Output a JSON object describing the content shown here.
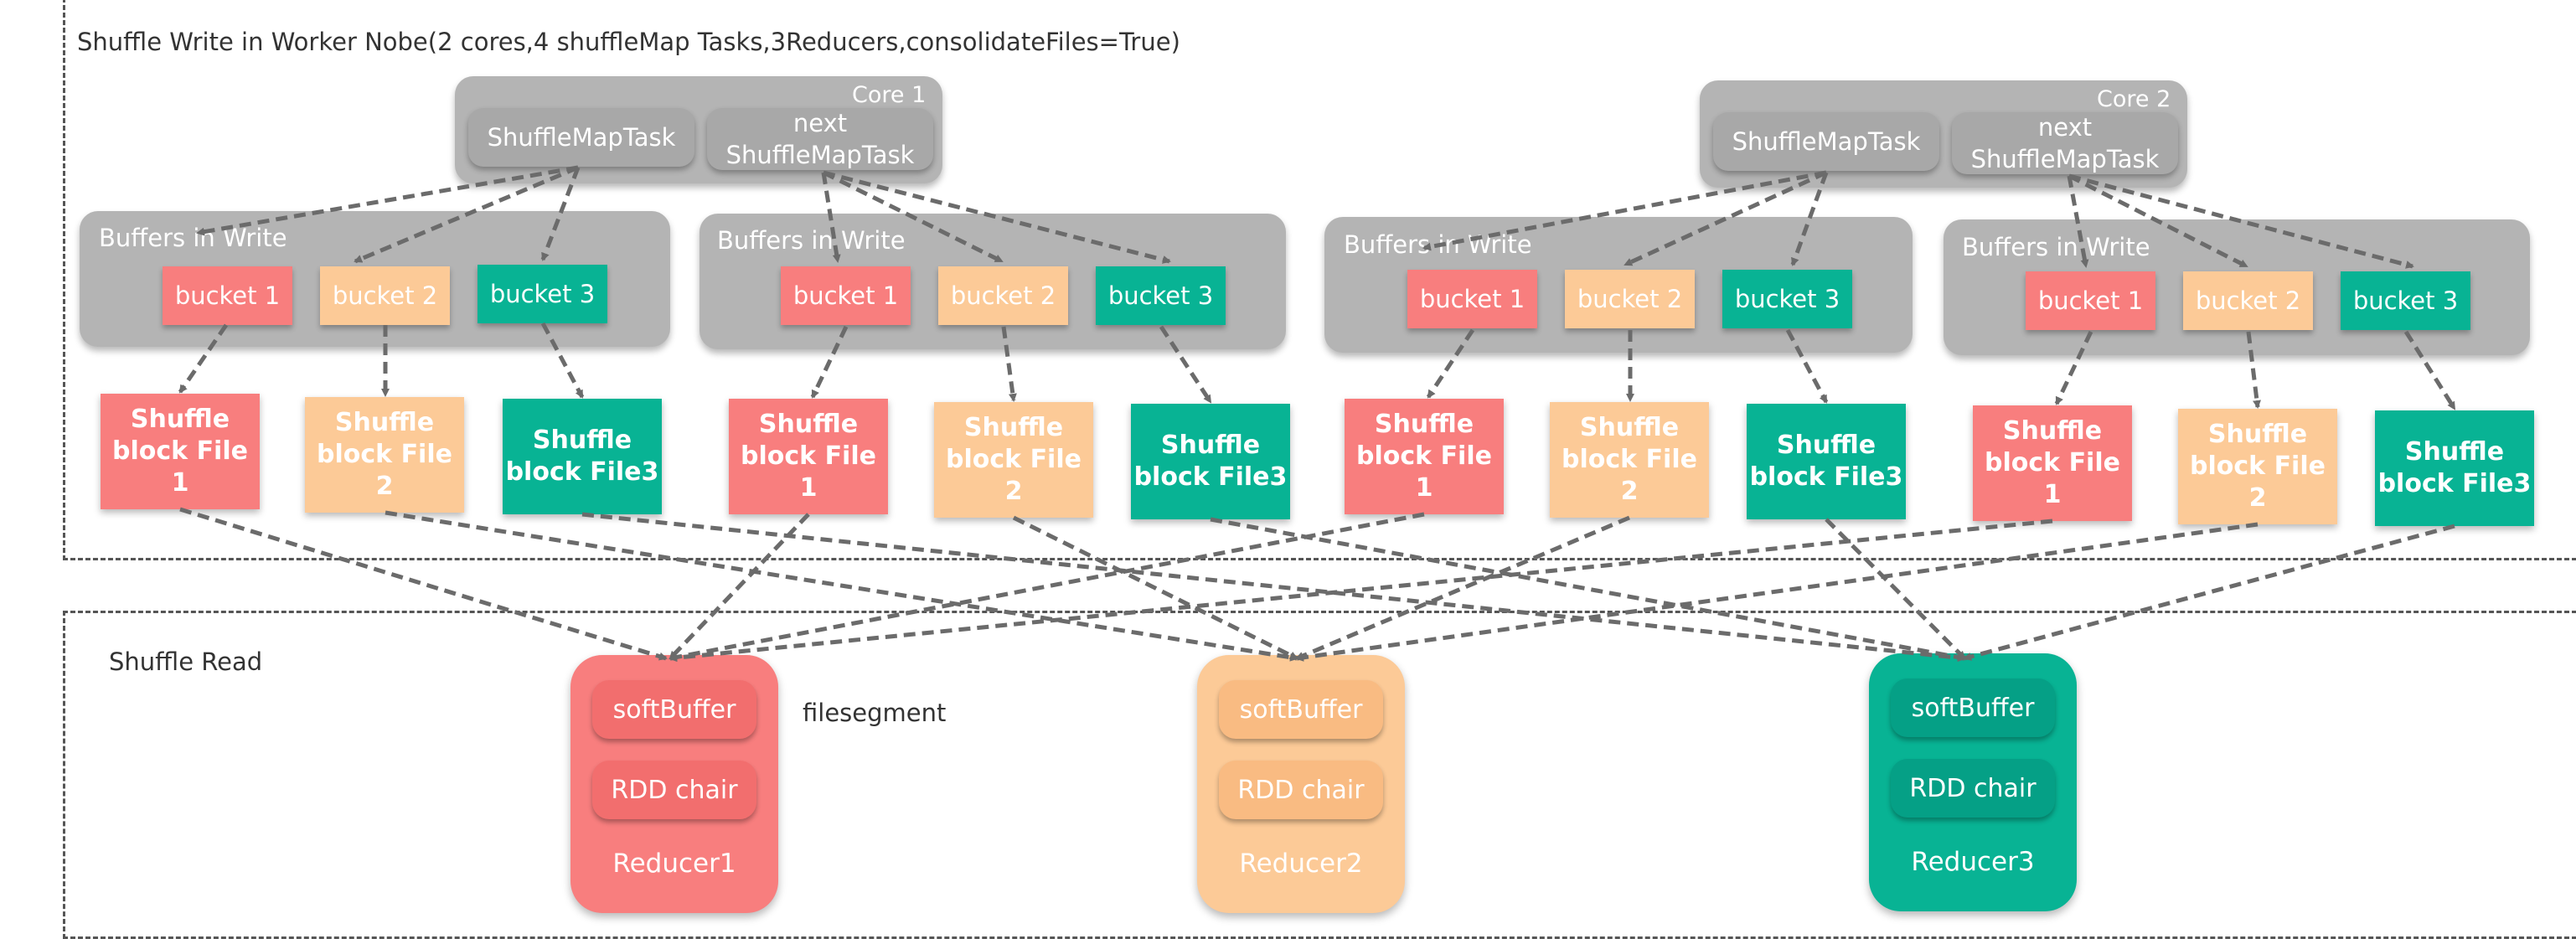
{
  "write_section": {
    "title": "Shuffle Write in Worker Nobe(2 cores,4 shuffleMap Tasks,3Reducers,consolidateFiles=True)"
  },
  "read_section": {
    "title": "Shuffle Read",
    "annotation": "filesegment"
  },
  "cores": [
    {
      "label": "Core 1",
      "task": "ShuffleMapTask",
      "next_task": "next\nShuffleMapTask"
    },
    {
      "label": "Core 2",
      "task": "ShuffleMapTask",
      "next_task": "next\nShuffleMapTask"
    }
  ],
  "buffer_groups": [
    {
      "label": "Buffers in Write",
      "buckets": [
        "bucket 1",
        "bucket 2",
        "bucket 3"
      ],
      "files": [
        "Shuffle\nblock File 1",
        "Shuffle\nblock File 2",
        "Shuffle\nblock File3"
      ]
    },
    {
      "label": "Buffers in Write",
      "buckets": [
        "bucket 1",
        "bucket 2",
        "bucket 3"
      ],
      "files": [
        "Shuffle\nblock File 1",
        "Shuffle\nblock File 2",
        "Shuffle\nblock File3"
      ]
    },
    {
      "label": "Buffers in Write",
      "buckets": [
        "bucket 1",
        "bucket 2",
        "bucket 3"
      ],
      "files": [
        "Shuffle\nblock File 1",
        "Shuffle\nblock File 2",
        "Shuffle\nblock File3"
      ]
    },
    {
      "label": "Buffers in Write",
      "buckets": [
        "bucket 1",
        "bucket 2",
        "bucket 3"
      ],
      "files": [
        "Shuffle\nblock File 1",
        "Shuffle\nblock File 2",
        "Shuffle\nblock File3"
      ]
    }
  ],
  "reducers": [
    {
      "buffer": "softBuffer",
      "chain": "RDD chair",
      "name": "Reducer1"
    },
    {
      "buffer": "softBuffer",
      "chain": "RDD chair",
      "name": "Reducer2"
    },
    {
      "buffer": "softBuffer",
      "chain": "RDD chair",
      "name": "Reducer3"
    }
  ],
  "colors": {
    "partition_1": "#f87e7e",
    "partition_2": "#fcca97",
    "partition_3": "#08b394",
    "container_gray": "#b4b4b4",
    "arrow": "#6b6b6b"
  }
}
